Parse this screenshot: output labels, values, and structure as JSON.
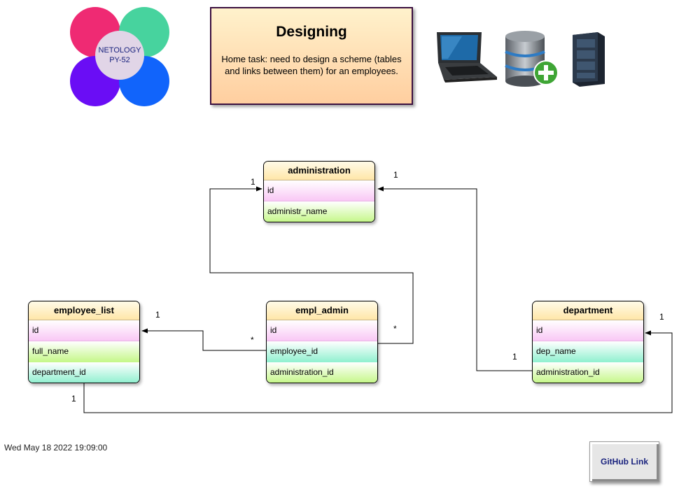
{
  "logo": {
    "line1": "NETOLOGY",
    "line2": "PY-52"
  },
  "header": {
    "title": "Designing",
    "subtitle": "Home task: need to design a scheme (tables and links between them) for an employees."
  },
  "tables": {
    "administration": {
      "name": "administration",
      "rows": [
        "id",
        "administr_name"
      ]
    },
    "employee_list": {
      "name": "employee_list",
      "rows": [
        "id",
        "full_name",
        "department_id"
      ]
    },
    "empl_admin": {
      "name": "empl_admin",
      "rows": [
        "id",
        "employee_id",
        "administration_id"
      ]
    },
    "department": {
      "name": "department",
      "rows": [
        "id",
        "dep_name",
        "administration_id"
      ]
    }
  },
  "cardinality": {
    "admin_left": "1",
    "admin_right": "1",
    "emp_list_id": "1",
    "empl_admin_employee": "*",
    "empl_admin_admin": "*",
    "department_admin": "1",
    "department_id": "1",
    "emp_list_dept": "1"
  },
  "footer": {
    "timestamp": "Wed May 18 2022 19:09:00",
    "github_label": "GitHub Link"
  },
  "icons": [
    "laptop-icon",
    "database-add-icon",
    "server-icon"
  ],
  "colors": {
    "pink_row": "#f9c8f5",
    "lime_row": "#c4f787",
    "teal_row": "#8ff0cf",
    "header_fill": "#ffe6a8",
    "title_box_fill": "#ffce9f"
  }
}
